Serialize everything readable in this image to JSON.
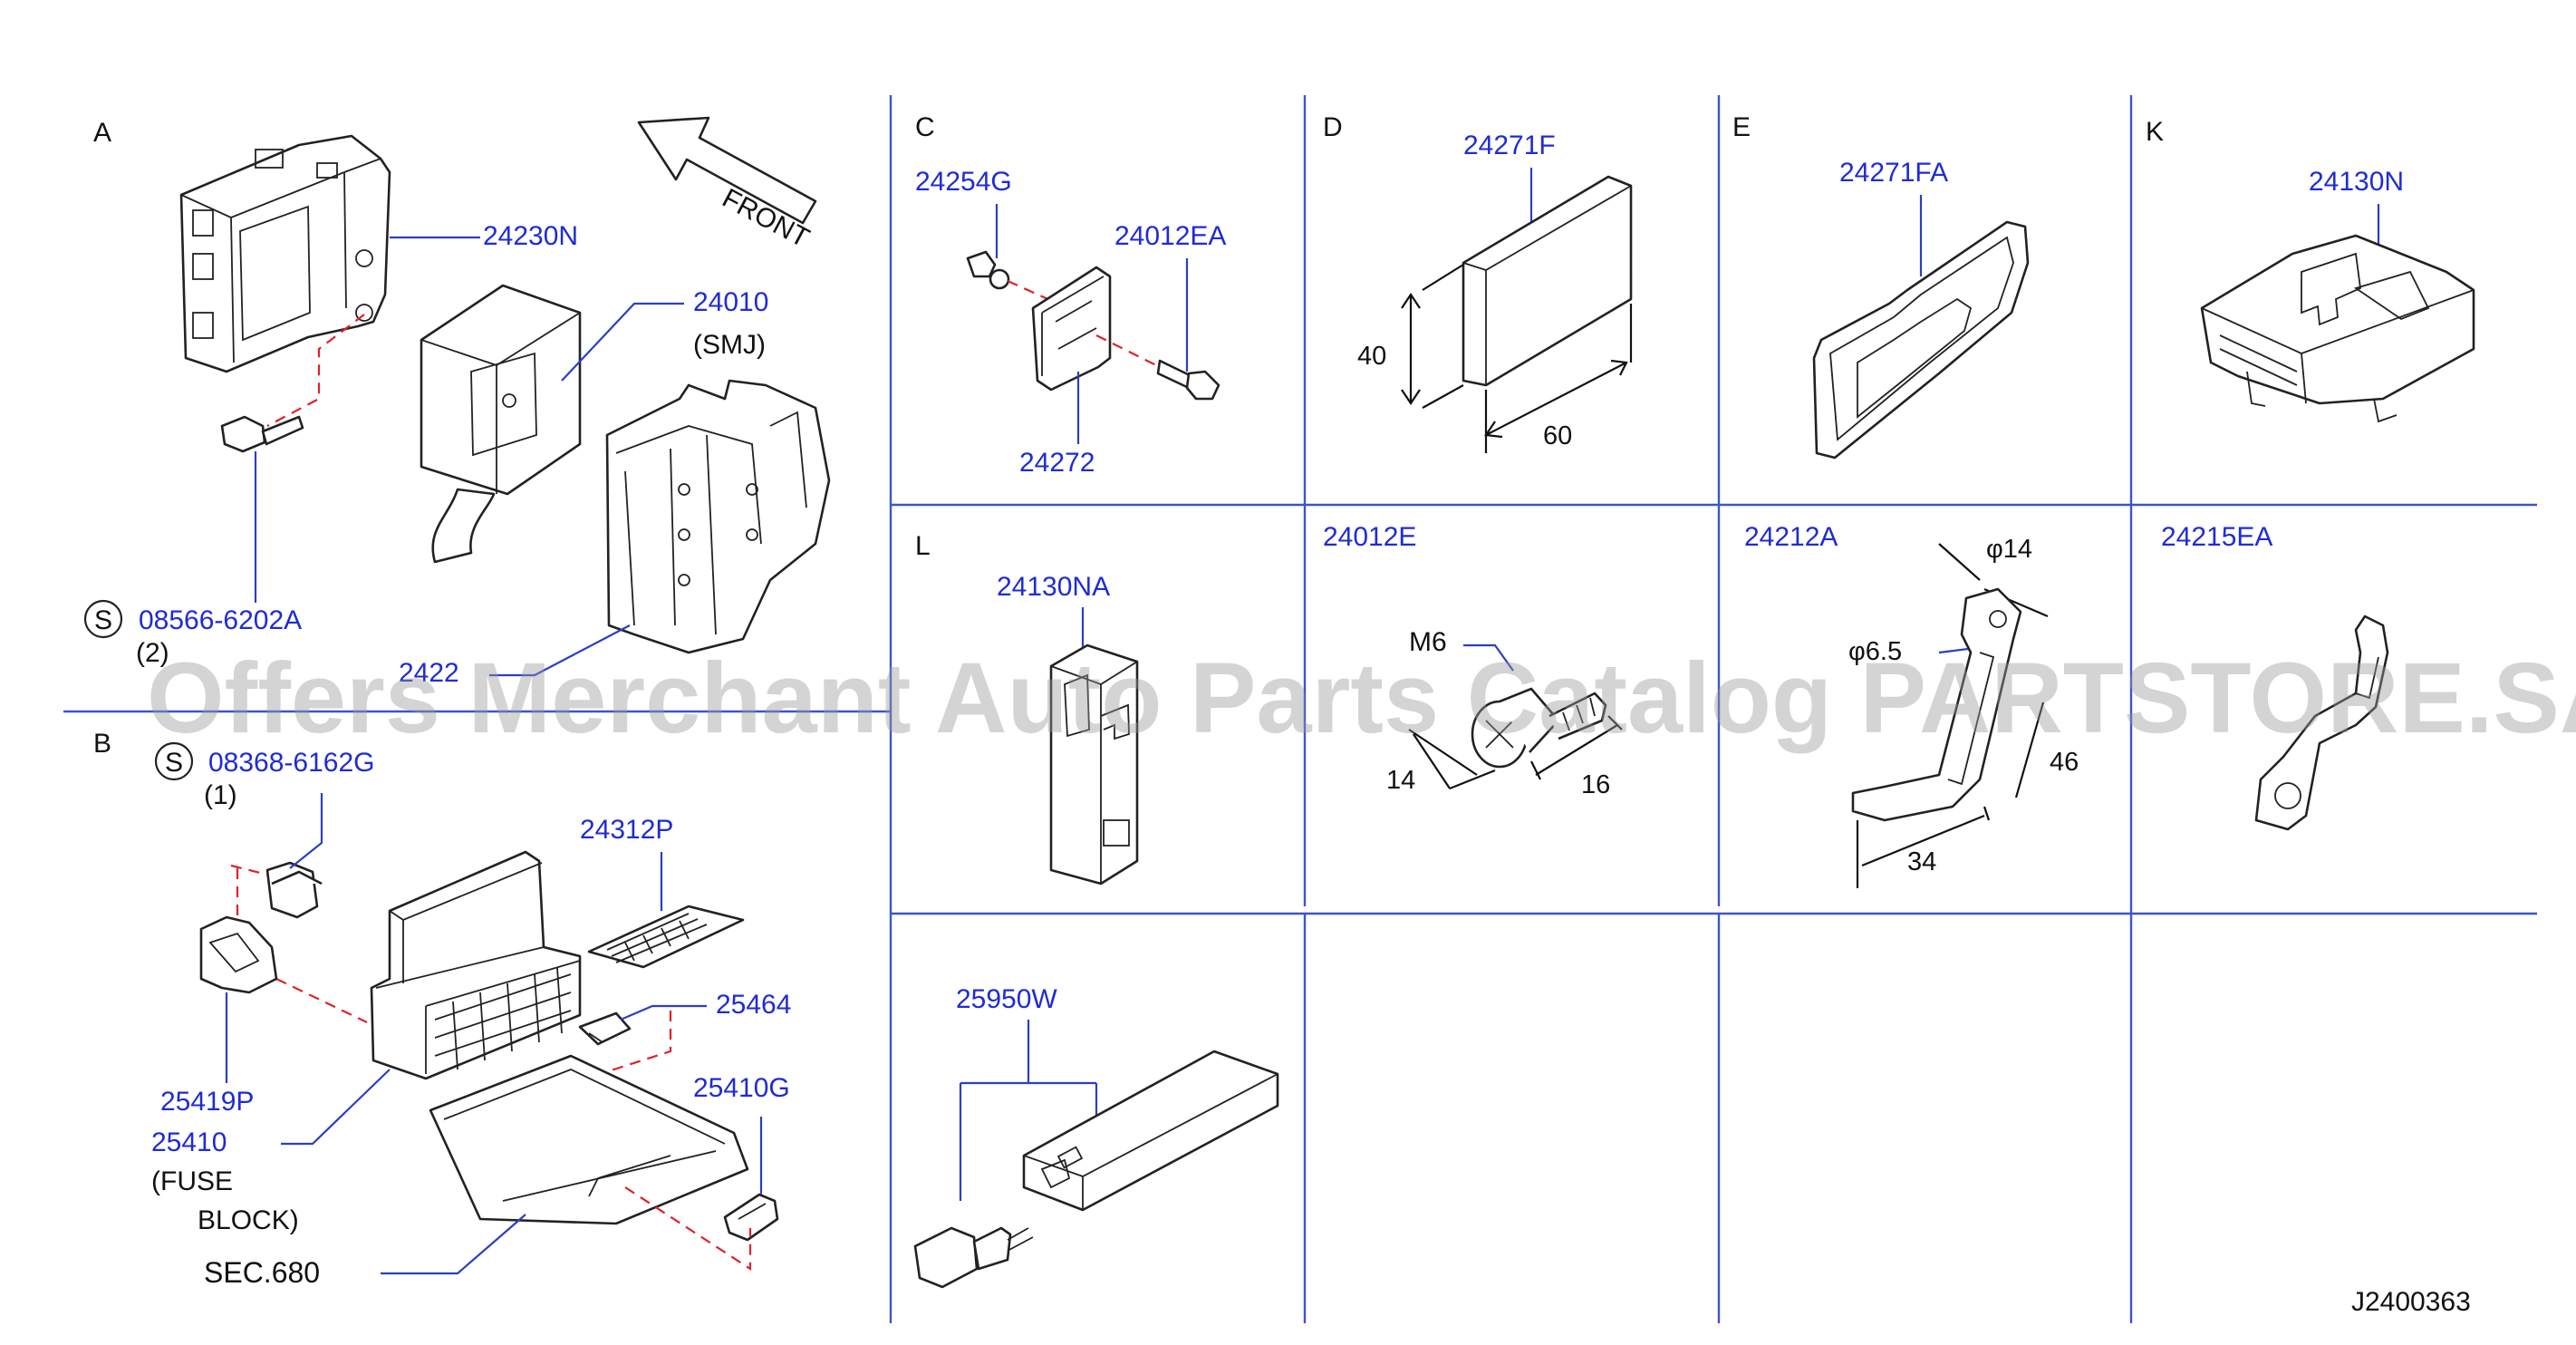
{
  "sections": {
    "A": {
      "letter": "A",
      "front_label": "FRONT",
      "p_24230N": "24230N",
      "p_24010": "24010",
      "smj": "(SMJ)",
      "p_2422x": "2422",
      "screw_s": "S",
      "p_08566": "08566-6202A",
      "qty_2": "(2)"
    },
    "B": {
      "letter": "B",
      "screw_s": "S",
      "p_08368": "08368-6162G",
      "qty_1": "(1)",
      "p_24312P": "24312P",
      "p_25464": "25464",
      "p_25410G": "25410G",
      "p_25419P": "25419P",
      "p_25410": "25410",
      "fuse_1": "(FUSE",
      "fuse_2": "BLOCK)",
      "sec": "SEC.680"
    },
    "C": {
      "letter": "C",
      "p_24254G": "24254G",
      "p_24012EA": "24012EA",
      "p_24272": "24272"
    },
    "D": {
      "letter": "D",
      "p_24271F": "24271F",
      "dim_h": "40",
      "dim_w": "60"
    },
    "E": {
      "letter": "E",
      "p_24271FA": "24271FA"
    },
    "K": {
      "letter": "K",
      "p_24130N": "24130N"
    },
    "L": {
      "letter": "L",
      "p_24130NA": "24130NA"
    },
    "bolt": {
      "p_24012E": "24012E",
      "thread": "M6",
      "dim_14": "14",
      "dim_16": "16"
    },
    "bracket": {
      "p_24212A": "24212A",
      "phi14": "φ14",
      "phi65": "φ6.5",
      "dim_46": "46",
      "dim_34": "34"
    },
    "clip": {
      "p_24215EA": "24215EA"
    },
    "connector": {
      "p_25950W": "25950W"
    },
    "drawing_id": "J2400363",
    "watermark": "Offers Merchant Auto Parts Catalog PARTSTORE.SA",
    "colors": {
      "part_number": "#1f2bd6",
      "grid": "#3b55c9",
      "dash": "#e0202a"
    }
  }
}
